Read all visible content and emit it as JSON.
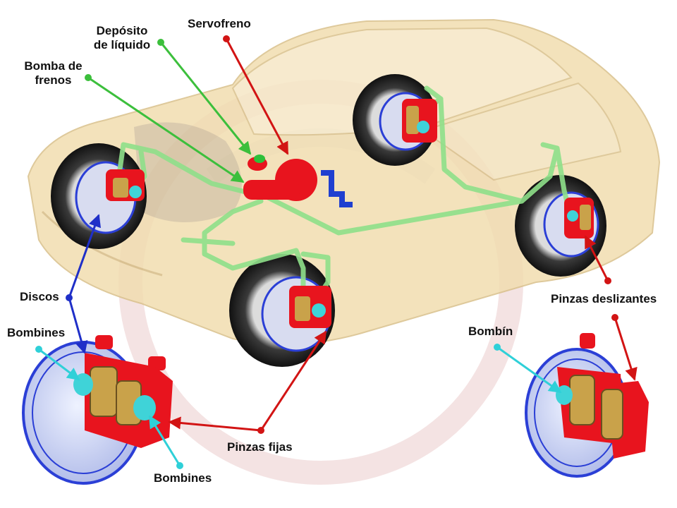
{
  "labels": {
    "deposito_line1": "Depósito",
    "deposito_line2": "de líquido",
    "servofreno": "Servofreno",
    "bomba_line1": "Bomba de",
    "bomba_line2": "frenos",
    "discos": "Discos",
    "bombines_top": "Bombines",
    "bombines_bottom": "Bombines",
    "pinzas_fijas": "Pinzas fijas",
    "pinzas_deslizantes": "Pinzas deslizantes",
    "bombin": "Bombín"
  },
  "colors": {
    "car_body": "#f1ddb0",
    "brake_line": "#8fe08a",
    "caliper": "#e8141e",
    "disc": "#2b3fd6",
    "piston": "#3fd3d8",
    "pointer_red": "#d21414",
    "pointer_blue": "#1f2fc8",
    "pointer_cyan": "#2fd0d8",
    "pointer_green": "#3cbf3c",
    "servo_pipe": "#1f3fd0"
  }
}
